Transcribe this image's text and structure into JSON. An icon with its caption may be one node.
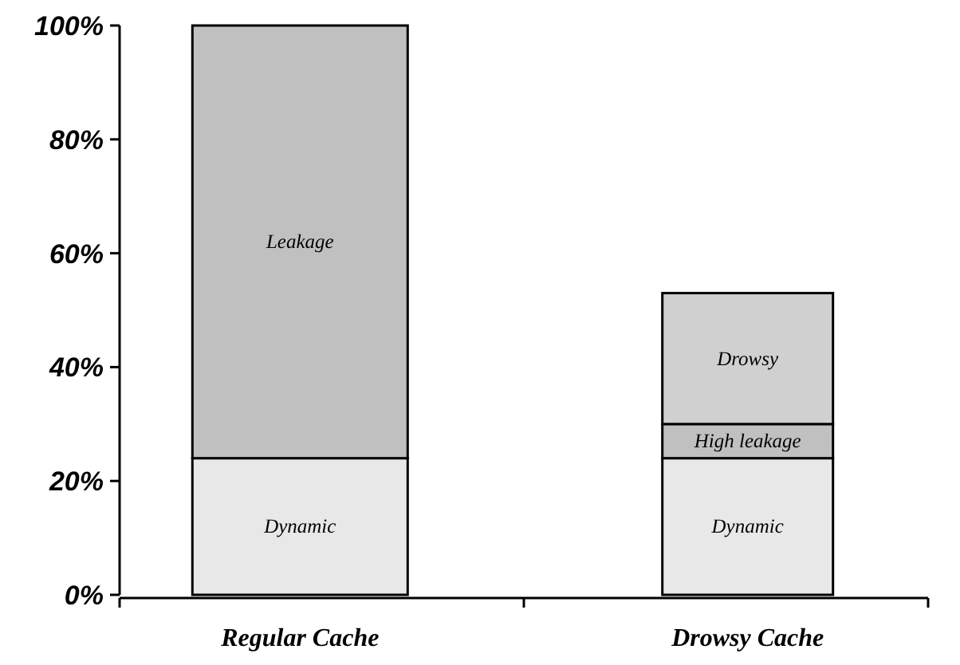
{
  "diagram": {
    "chart_data": {
      "type": "bar",
      "stacked": true,
      "orientation": "vertical",
      "categories": [
        "Regular Cache",
        "Drowsy Cache"
      ],
      "series": [
        {
          "name": "Dynamic",
          "color": "#e8e8e8",
          "values": [
            24,
            24
          ]
        },
        {
          "name": "Leakage",
          "color": "#c0c0c0",
          "values": [
            76,
            null
          ]
        },
        {
          "name": "High leakage",
          "color": "#c0c0c0",
          "values": [
            null,
            6
          ]
        },
        {
          "name": "Drowsy",
          "color": "#d0d0d0",
          "values": [
            null,
            23
          ]
        }
      ],
      "ylim": [
        0,
        100
      ],
      "yticks": [
        {
          "value": 0,
          "label": "0%"
        },
        {
          "value": 20,
          "label": "20%"
        },
        {
          "value": 40,
          "label": "40%"
        },
        {
          "value": 60,
          "label": "60%"
        },
        {
          "value": 80,
          "label": "80%"
        },
        {
          "value": 100,
          "label": "100%"
        }
      ]
    }
  }
}
